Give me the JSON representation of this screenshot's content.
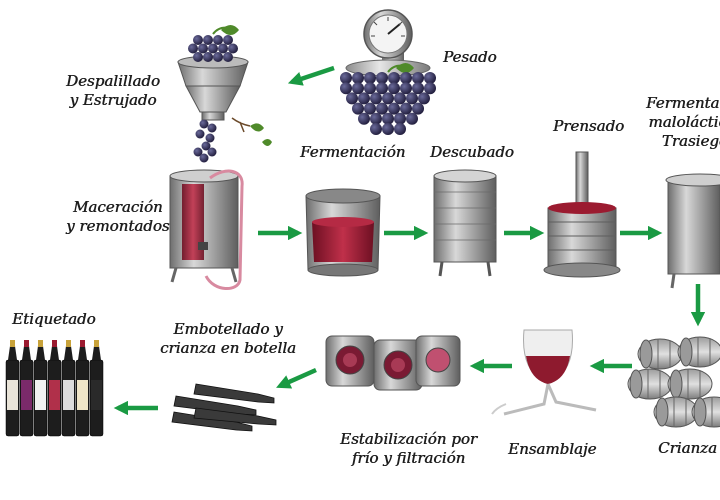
{
  "diagram": {
    "steps": {
      "pesado": "Pesado",
      "despalillado_1": "Despalillado",
      "despalillado_2": "y Estrujado",
      "maceracion_1": "Maceración",
      "maceracion_2": "y remontados",
      "fermentacion": "Fermentación",
      "descubado": "Descubado",
      "prensado": "Prensado",
      "malolactica_1": "Fermentación",
      "malolactica_2": "maloláctica y",
      "malolactica_3": "Trasiegos",
      "crianza": "Crianza",
      "ensamblaje": "Ensamblaje",
      "estabilizacion_1": "Estabilización por",
      "estabilizacion_2": "frío y filtración",
      "embotellado_1": "Embotellado y",
      "embotellado_2": "crianza en botella",
      "etiquetado": "Etiquetado"
    },
    "colors": {
      "arrow": "#1a9a43",
      "wine": "#9b1b30",
      "steel": "#9a9a9a",
      "grape": "#2e2a4f",
      "leaf": "#4f8a2a"
    }
  }
}
